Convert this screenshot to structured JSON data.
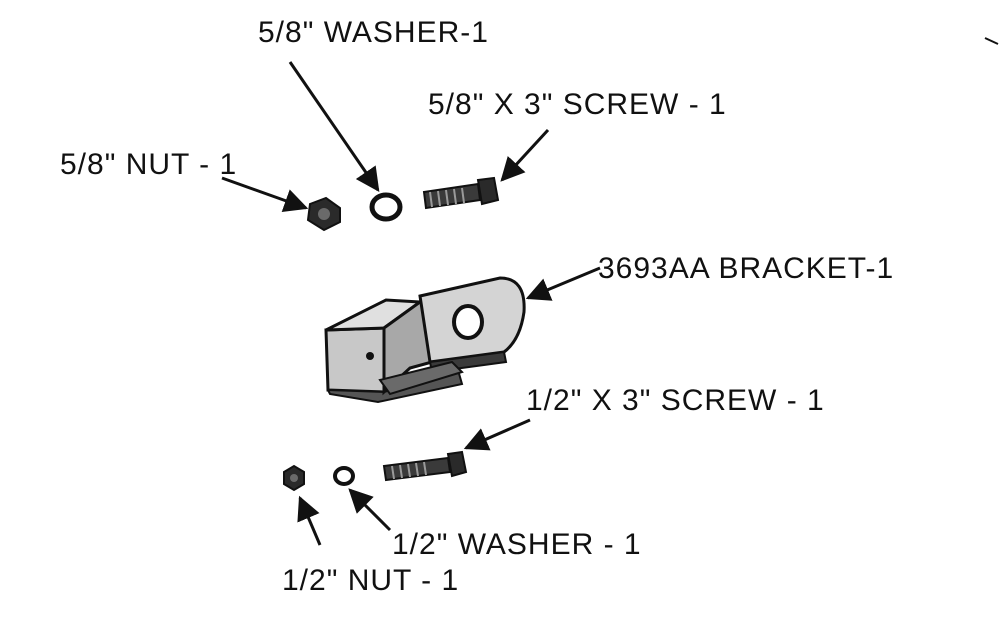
{
  "colors": {
    "ink": "#111111",
    "paper": "#ffffff",
    "metal": "#bdbdbd",
    "shadow": "#4a4a4a"
  },
  "labels": {
    "washer_58": "5/8\" WASHER-1",
    "screw_58": "5/8\" X 3\" SCREW - 1",
    "nut_58": "5/8\" NUT - 1",
    "bracket": "3693AA BRACKET-1",
    "screw_12": "1/2\" X 3\" SCREW - 1",
    "washer_12": "1/2\" WASHER - 1",
    "nut_12": "1/2\" NUT - 1"
  }
}
